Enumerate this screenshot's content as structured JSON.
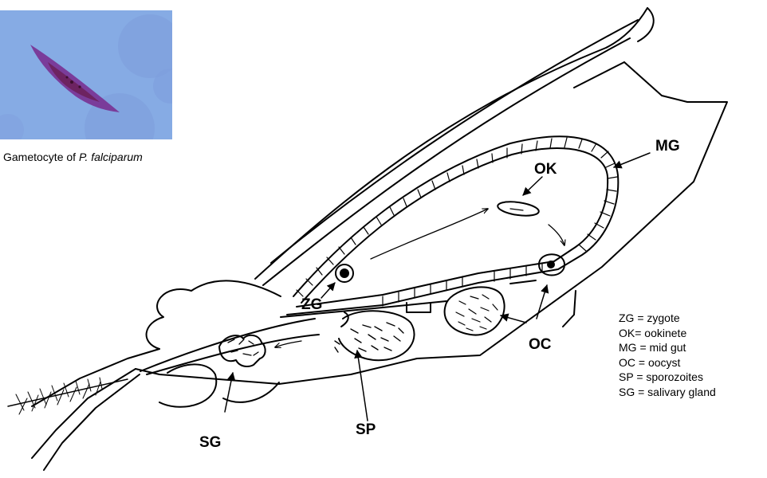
{
  "photo": {
    "caption_prefix": "Gametocyte of ",
    "caption_species": "P. falciparum",
    "colors": {
      "background": "#86abe4",
      "cell": "#7d96cf",
      "parasite": "#7a2f8c"
    }
  },
  "labels": {
    "mg": "MG",
    "ok": "OK",
    "zg": "ZG",
    "oc": "OC",
    "sp": "SP",
    "sg": "SG"
  },
  "legend": [
    "ZG = zygote",
    "OK= ookinete",
    "MG = mid gut",
    "OC = oocyst",
    "SP = sporozoites",
    "SG = salivary gland"
  ]
}
